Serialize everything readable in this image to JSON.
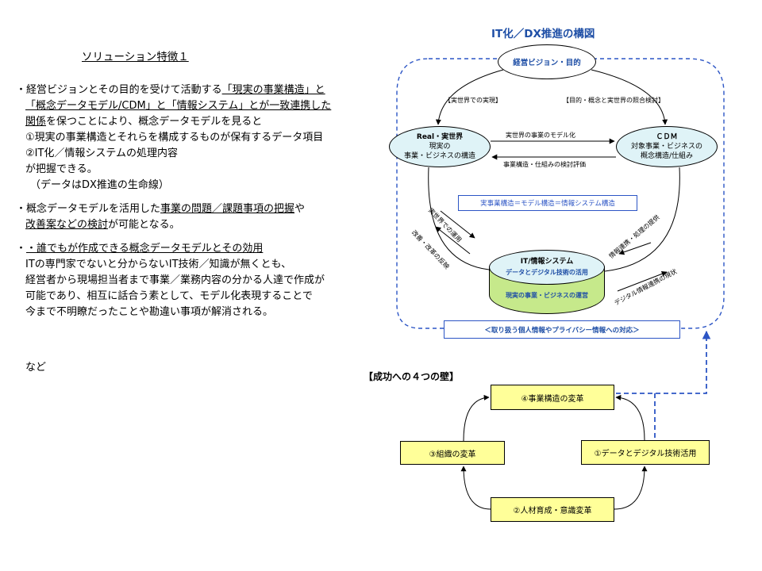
{
  "left": {
    "title": "ソリューション特徴１",
    "b1": {
      "l1a": "・経営ビジョンとその目的を受けて活動する",
      "l1b": "「現実の事業構造」と",
      "l2": "「概念データモデル/CDM」と「情報システム」とが一致連携した",
      "l3a": "関係",
      "l3b": "を保つことにより、概念データモデルを見ると",
      "l4": "①現実の事業構造とそれらを構成するものが保有するデータ項目",
      "l5": "②IT化／情報システムの処理内容",
      "l6": "が把握できる。",
      "l7": "（データはDX推進の生命線）"
    },
    "b2": {
      "l1a": "・概念データモデルを活用した",
      "l1b": "事業の問題／課題事項の把握",
      "l1c": "や",
      "l2a": "改善案などの検討",
      "l2b": "が可能となる。"
    },
    "b3": {
      "l1": "・誰でもが作成できる概念データモデルとその効用",
      "l2": "ITの専門家でないと分からないIT技術／知識が無くとも、",
      "l3": "経営者から現場担当者まで事業／業務内容の分かる人達で作成が",
      "l4": "可能であり、相互に話合う素として、モデル化表現することで",
      "l5": "今まで不明瞭だったことや勘違い事項が解消される。"
    },
    "etc": "など"
  },
  "diagram": {
    "title": "IT化／DX推進の構図",
    "vision": "経営ビジョン・目的",
    "label_left_top": "【実世界での実現】",
    "label_right_top": "【目的・概念と実世界の照合検討】",
    "real": {
      "title": "Real・実世界",
      "line1": "現実の",
      "line2": "事業・ビジネスの構造"
    },
    "cdm": {
      "title": "ＣＤＭ",
      "line1": "対象事業・ビジネスの",
      "line2": "概念構造/仕組み"
    },
    "arrow_real_to_cdm": "実世界の事業のモデル化",
    "arrow_cdm_to_real": "事業構造・仕組みの検討評価",
    "model_box": "実事業構造＝モデル構造＝情報システム構造",
    "it": {
      "title": "IT/情報システム",
      "sub": "データとデジタル技術の活用",
      "bottom": "現実の事業・ビジネスの運営"
    },
    "label_jitsu_unyo": "実世界での運用",
    "label_kaizen": "改善・改革の反映",
    "label_teikyo": "情報連携・処理の提供",
    "label_genjo": "デジタル情報連携の現状",
    "privacy": "＜取り扱う個人情報やプライバシー情報への対応＞"
  },
  "walls": {
    "title": "【成功への４つの壁】",
    "w4": "④事業構造の変革",
    "w3": "③組織の変革",
    "w1": "①データとデジタル技術活用",
    "w2": "②人材育成・意識変革"
  },
  "colors": {
    "accent_blue": "#1f4fa6",
    "ellipse_fill": "#dff3f7",
    "it_green": "#c6e98b",
    "wall_yellow": "#ffff99"
  }
}
